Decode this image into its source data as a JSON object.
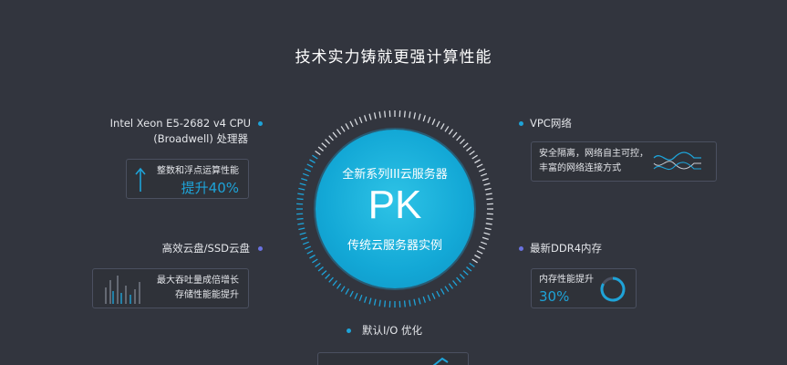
{
  "title": "技术实力铸就更强计算性能",
  "colors": {
    "background": "#32353e",
    "accent": "#1ea3d8",
    "dot_blue": "#1ea3d8",
    "dot_purple": "#6a72e0"
  },
  "left": {
    "cpu": {
      "label_line1": "Intel Xeon E5-2682 v4 CPU",
      "label_line2": "(Broadwell) 处理器",
      "box_text": "整数和浮点运算性能",
      "box_value": "提升40%",
      "icon": "arrow-up-icon"
    },
    "disk": {
      "label": "高效云盘/SSD云盘",
      "box_line1": "最大吞吐量成倍增长",
      "box_line2": "存储性能能提升",
      "icon": "bar-chart-icon"
    }
  },
  "right": {
    "vpc": {
      "label": "VPC网络",
      "box_line1": "安全隔离，网络自主可控，",
      "box_line2": "丰富的网络连接方式",
      "icon": "wave-icon"
    },
    "ddr": {
      "label": "最新DDR4内存",
      "box_text": "内存性能提升",
      "box_value": "30%",
      "icon": "ring-gauge-icon"
    }
  },
  "bottom": {
    "label": "默认I/O 优化"
  },
  "center": {
    "top_text": "全新系列III云服务器",
    "pk": "PK",
    "bottom_text": "传统云服务器实例"
  }
}
